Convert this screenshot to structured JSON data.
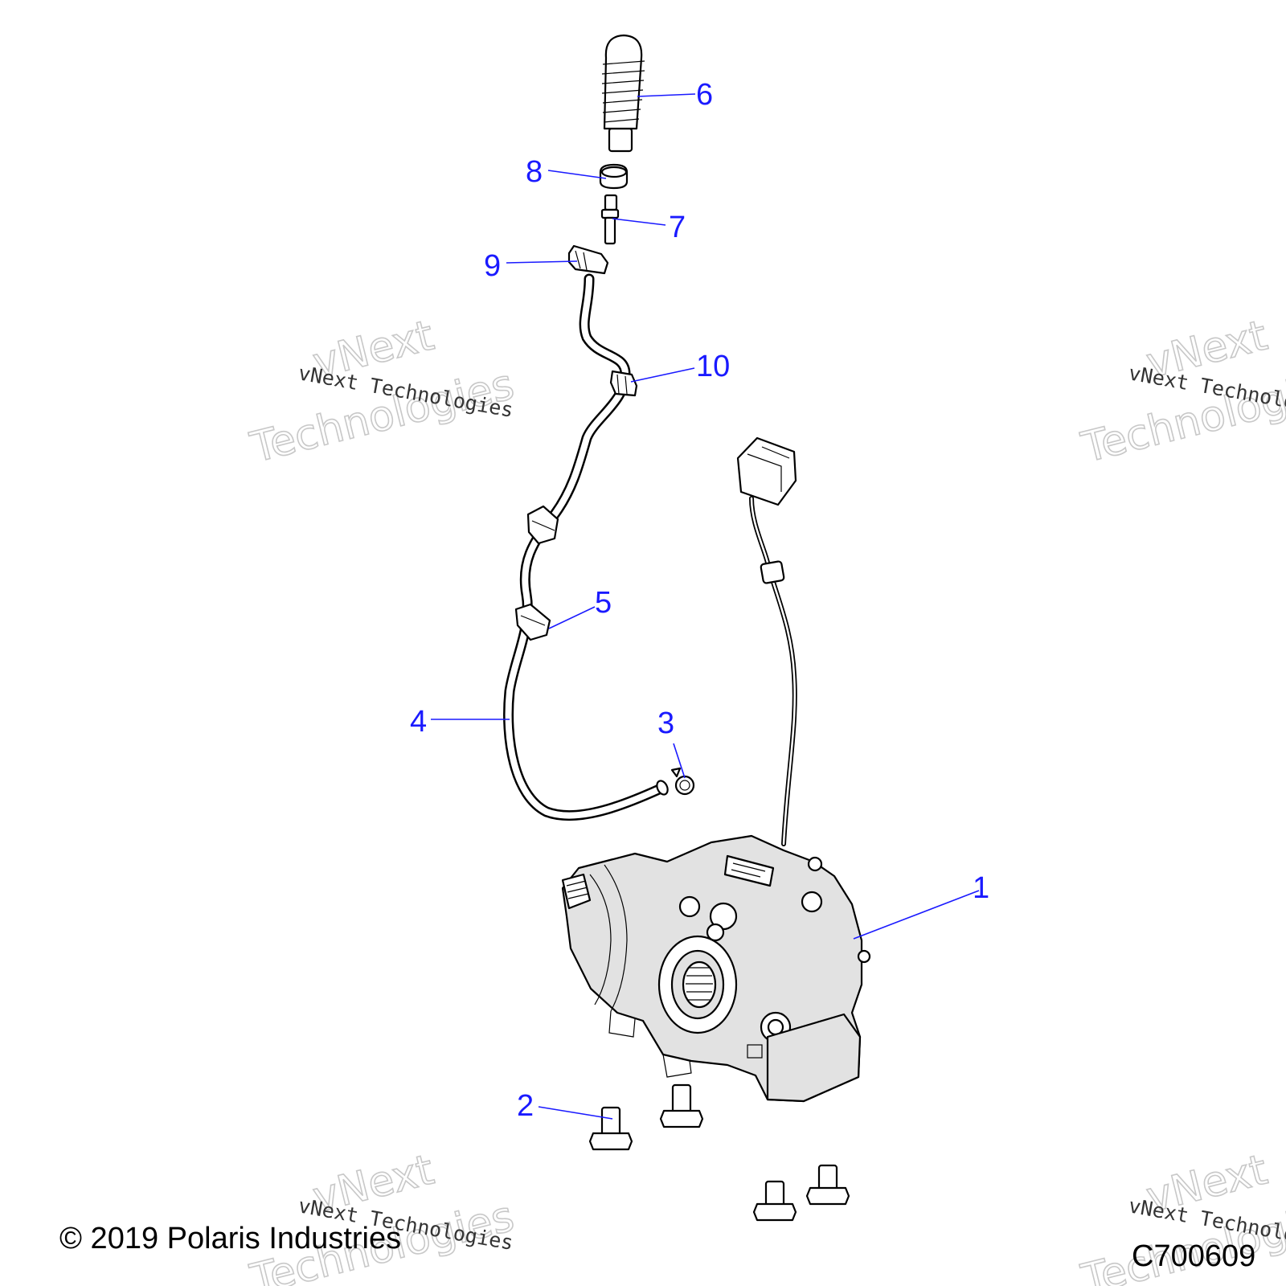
{
  "callouts": [
    {
      "id": "1",
      "label": "1"
    },
    {
      "id": "2",
      "label": "2"
    },
    {
      "id": "3",
      "label": "3"
    },
    {
      "id": "4",
      "label": "4"
    },
    {
      "id": "5",
      "label": "5"
    },
    {
      "id": "6",
      "label": "6"
    },
    {
      "id": "7",
      "label": "7"
    },
    {
      "id": "8",
      "label": "8"
    },
    {
      "id": "9",
      "label": "9"
    },
    {
      "id": "10",
      "label": "10"
    }
  ],
  "watermark": {
    "text_mono": "vNext Technologies",
    "text_line1": "vNext",
    "text_line2": "Technologies"
  },
  "footer": {
    "copyright": "© 2019 Polaris Industries",
    "figure_code": "C700609"
  },
  "colors": {
    "callout": "#1a1aff",
    "part_fill": "#e2e2e2",
    "line": "#000000"
  }
}
